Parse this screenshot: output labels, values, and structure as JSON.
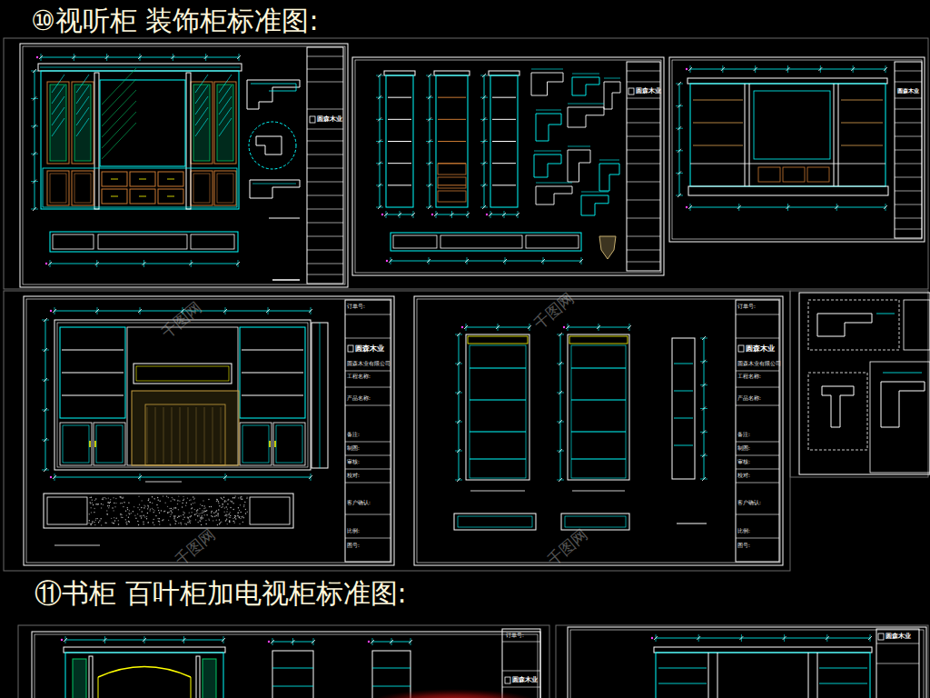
{
  "diagram": {
    "title": "⑩视听柜 装饰柜标准图:",
    "labels": [
      "⑪书柜 百叶柜加电视柜标准图:",
      "订单号:",
      "圆森木业",
      "圆森木业有限公司",
      "工程名称:",
      "产品名称:",
      "备注:",
      "制图:",
      "审核:",
      "校对:",
      "客户确认:",
      "比例:",
      "图号:",
      "订单号:",
      "圆森木业",
      "圆森木业有限公司",
      "工程名称:",
      "产品名称:",
      "备注:",
      "制图:",
      "审核:",
      "校对:",
      "客户确认:",
      "比例:",
      "图号:",
      "圆森木业",
      "圆森木业",
      "圆森木业",
      "订单号:",
      "圆森木业",
      "圆森木业",
      "千图网",
      "千图网",
      "千图网",
      "千图网"
    ]
  }
}
